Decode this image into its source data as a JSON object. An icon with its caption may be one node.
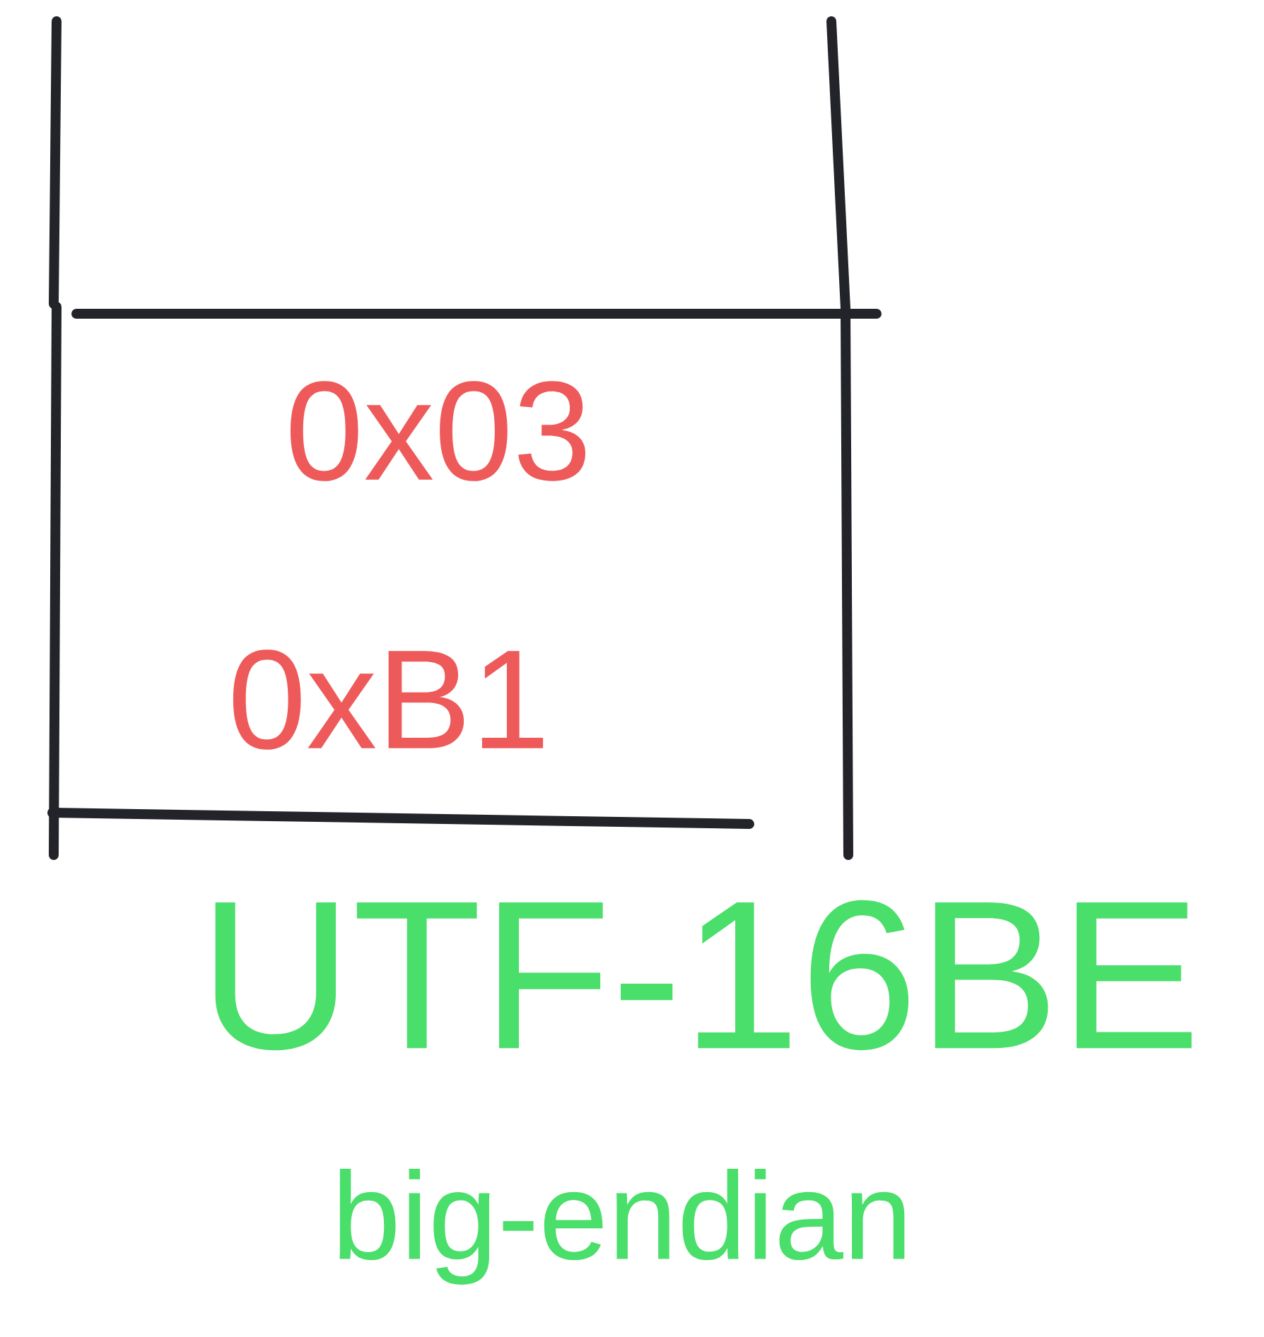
{
  "diagram": {
    "nodes": [
      {
        "text": [
          "0x03",
          "0xB1"
        ]
      }
    ],
    "labels": [
      "UTF-16BE",
      "big-endian"
    ]
  }
}
